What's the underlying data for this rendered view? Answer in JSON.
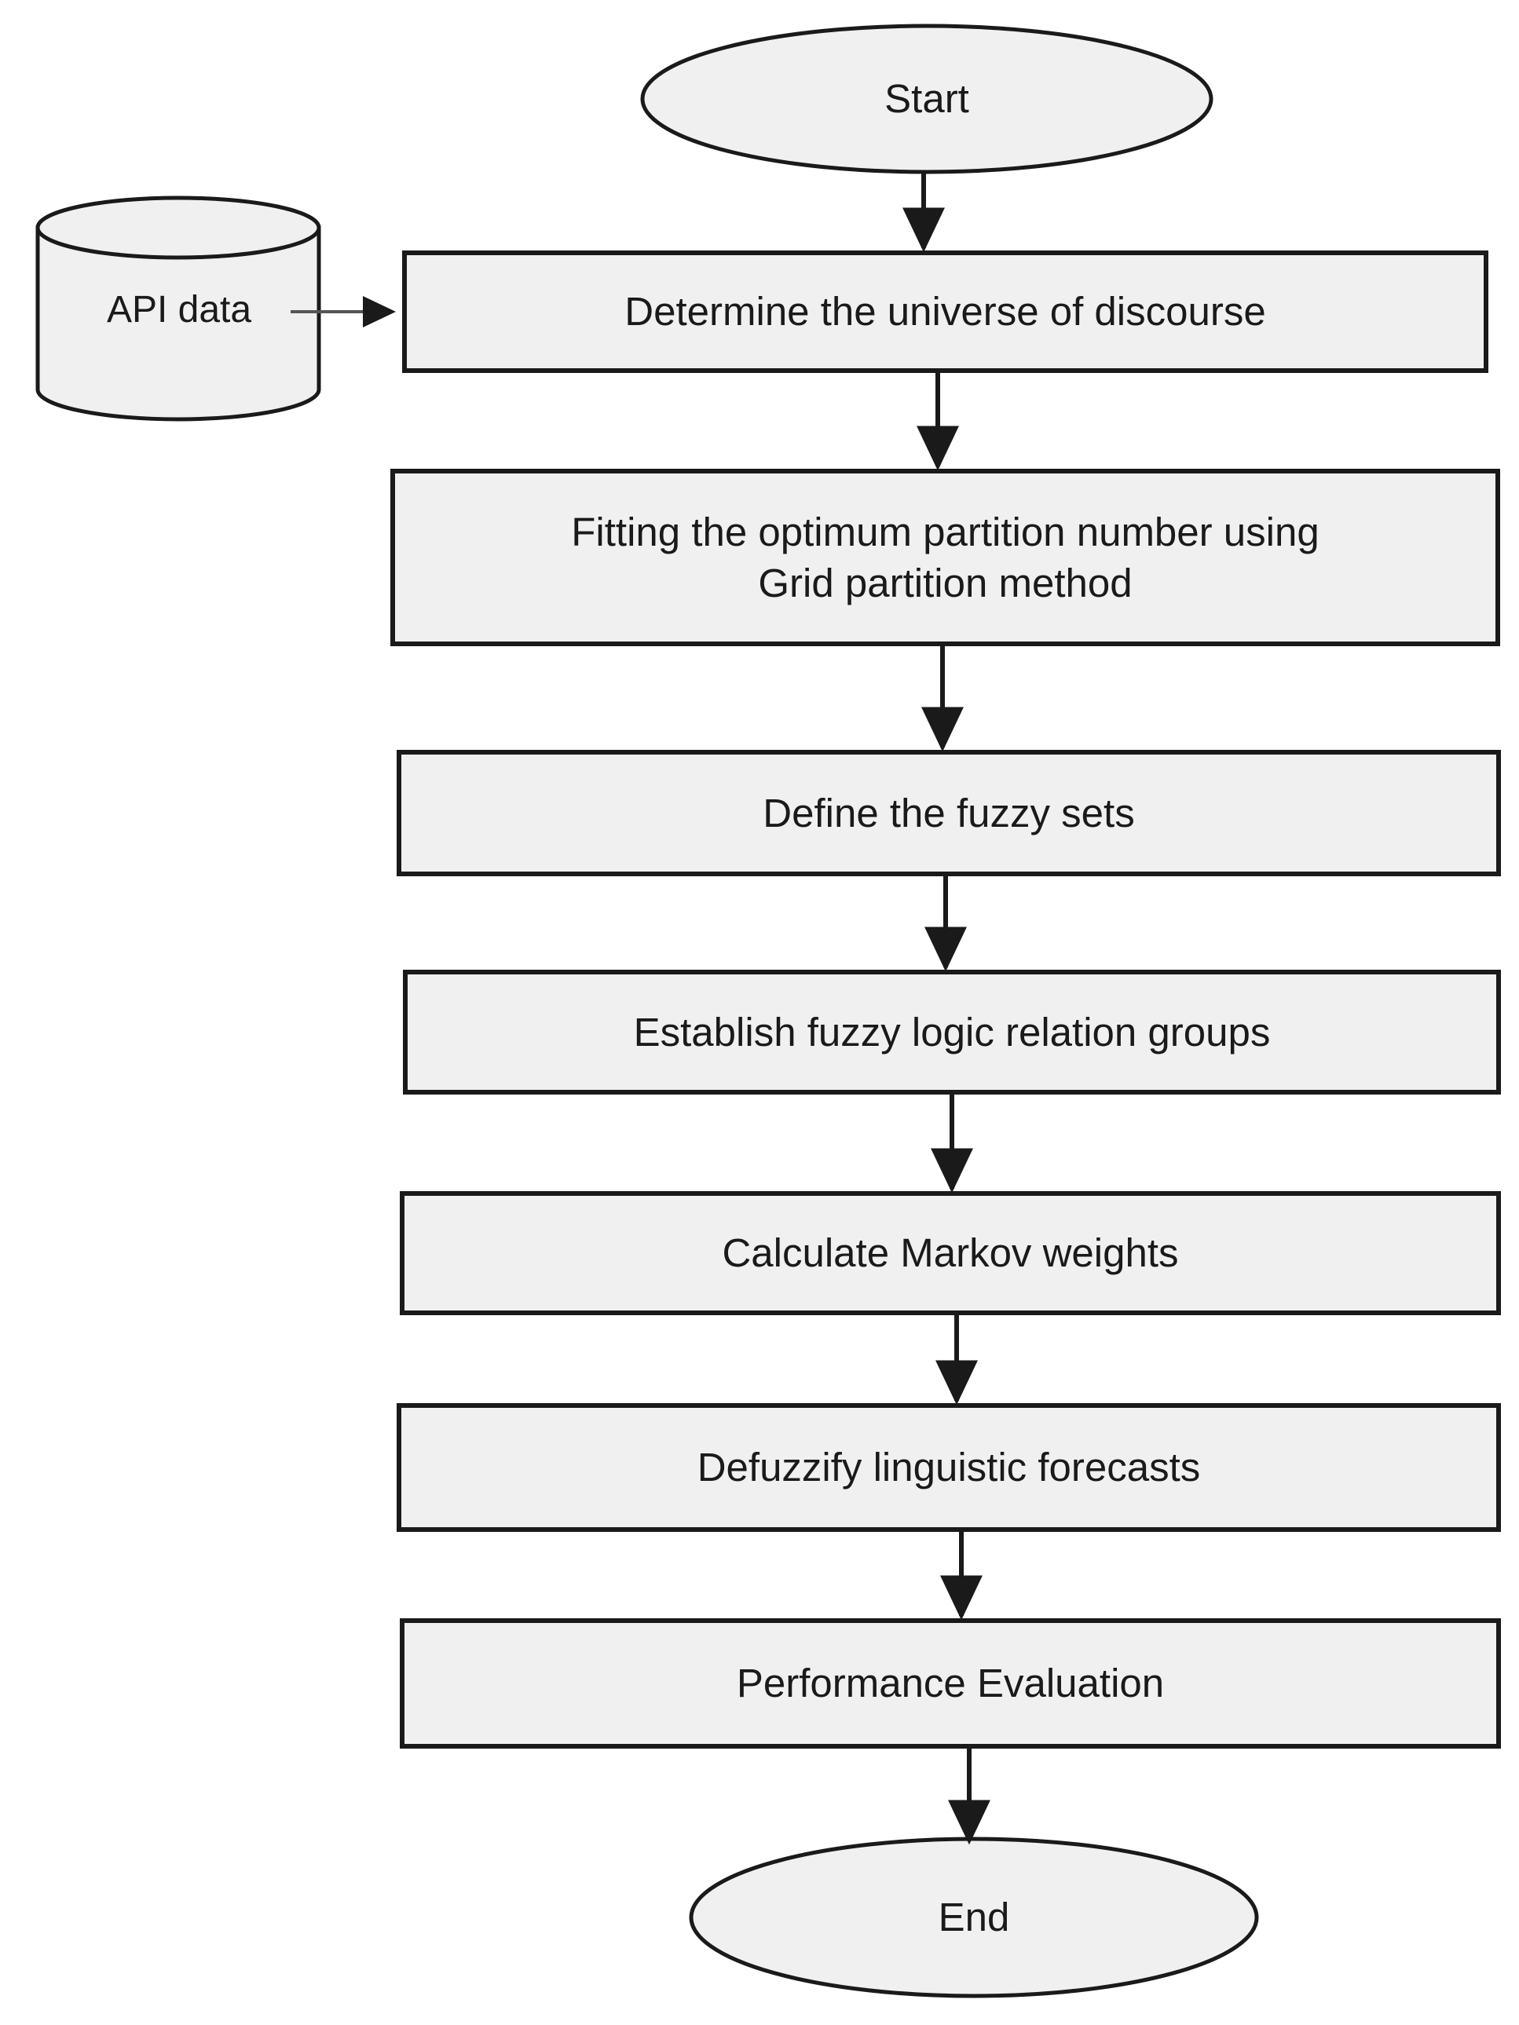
{
  "diagram": {
    "title": "Fuzzy time series forecasting flowchart",
    "background_color": "#ffffff",
    "node_fill": "#f0f0f0",
    "node_stroke": "#1a1a1a",
    "connector_color": "#1a1a1a"
  },
  "nodes": {
    "start": {
      "label": "Start",
      "type": "terminator",
      "shape": "ellipse"
    },
    "api_data": {
      "label": "API data",
      "type": "database",
      "shape": "cylinder"
    },
    "step1": {
      "label": "Determine the universe of discourse",
      "type": "process",
      "shape": "rectangle"
    },
    "step2": {
      "label": "Fitting the optimum partition number using\nGrid partition method",
      "type": "process",
      "shape": "rectangle"
    },
    "step3": {
      "label": "Define the fuzzy sets",
      "type": "process",
      "shape": "rectangle"
    },
    "step4": {
      "label": "Establish fuzzy logic relation groups",
      "type": "process",
      "shape": "rectangle"
    },
    "step5": {
      "label": "Calculate Markov weights",
      "type": "process",
      "shape": "rectangle"
    },
    "step6": {
      "label": "Defuzzify linguistic forecasts",
      "type": "process",
      "shape": "rectangle"
    },
    "step7": {
      "label": "Performance Evaluation",
      "type": "process",
      "shape": "rectangle"
    },
    "end": {
      "label": "End",
      "type": "terminator",
      "shape": "ellipse"
    }
  },
  "edges": [
    {
      "from": "start",
      "to": "step1",
      "label": "",
      "arrow": "down"
    },
    {
      "from": "api_data",
      "to": "step1",
      "label": "",
      "arrow": "right"
    },
    {
      "from": "step1",
      "to": "step2",
      "label": "",
      "arrow": "down"
    },
    {
      "from": "step2",
      "to": "step3",
      "label": "",
      "arrow": "down"
    },
    {
      "from": "step3",
      "to": "step4",
      "label": "",
      "arrow": "down"
    },
    {
      "from": "step4",
      "to": "step5",
      "label": "",
      "arrow": "down"
    },
    {
      "from": "step5",
      "to": "step6",
      "label": "",
      "arrow": "down"
    },
    {
      "from": "step6",
      "to": "step7",
      "label": "",
      "arrow": "down"
    },
    {
      "from": "step7",
      "to": "end",
      "label": "",
      "arrow": "down"
    }
  ]
}
